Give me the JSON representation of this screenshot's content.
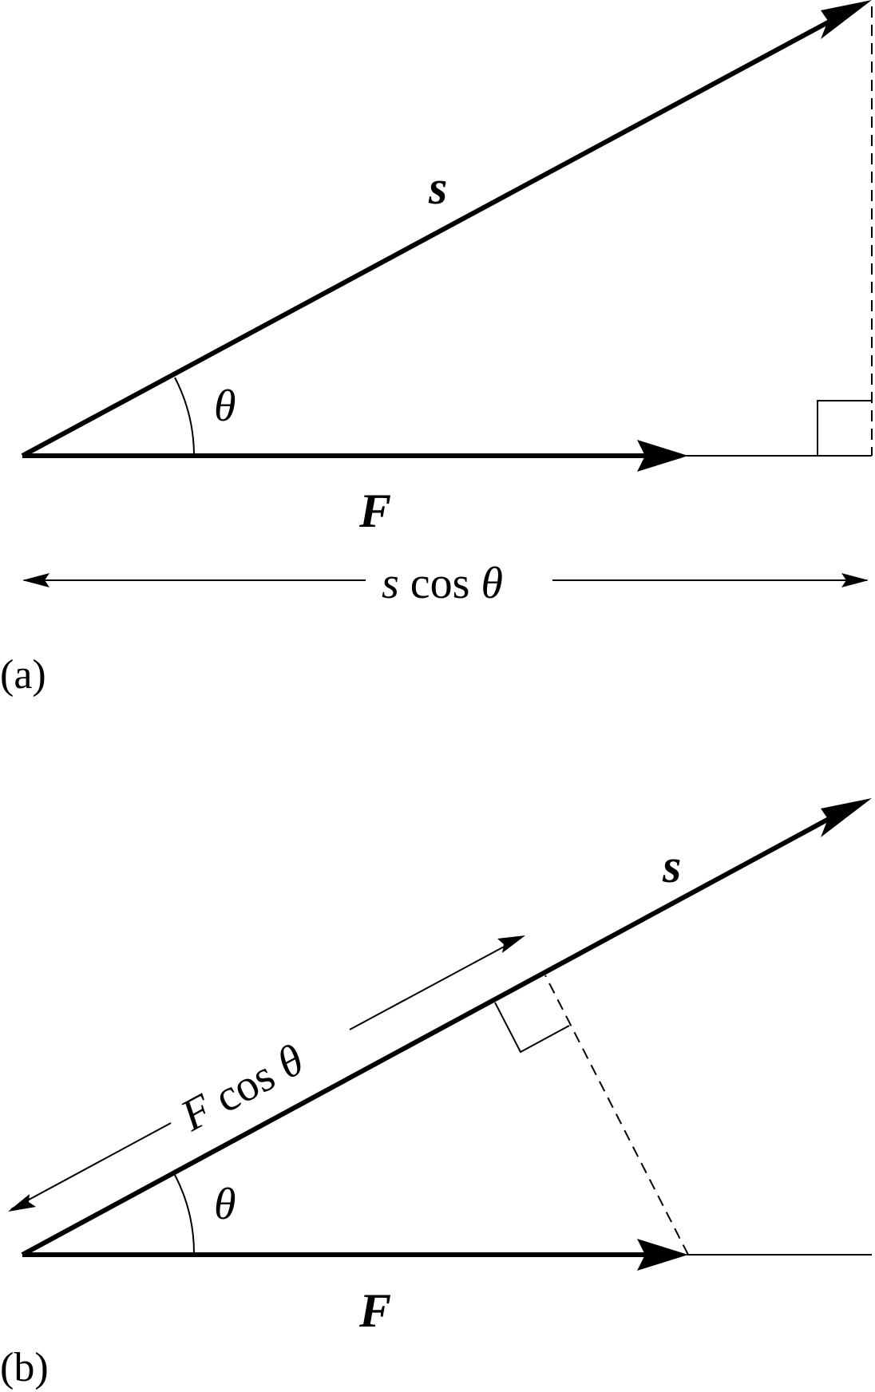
{
  "panel_a": {
    "part_label": "(a)",
    "vector_s_label": "s",
    "vector_f_label": "F",
    "angle_label": "θ",
    "measure": {
      "variable": "s",
      "func": "cos",
      "angle": "θ"
    }
  },
  "panel_b": {
    "part_label": "(b)",
    "vector_s_label": "s",
    "vector_f_label": "F",
    "angle_label": "θ",
    "measure": {
      "variable": "F",
      "func": "cos",
      "angle": "θ"
    }
  }
}
